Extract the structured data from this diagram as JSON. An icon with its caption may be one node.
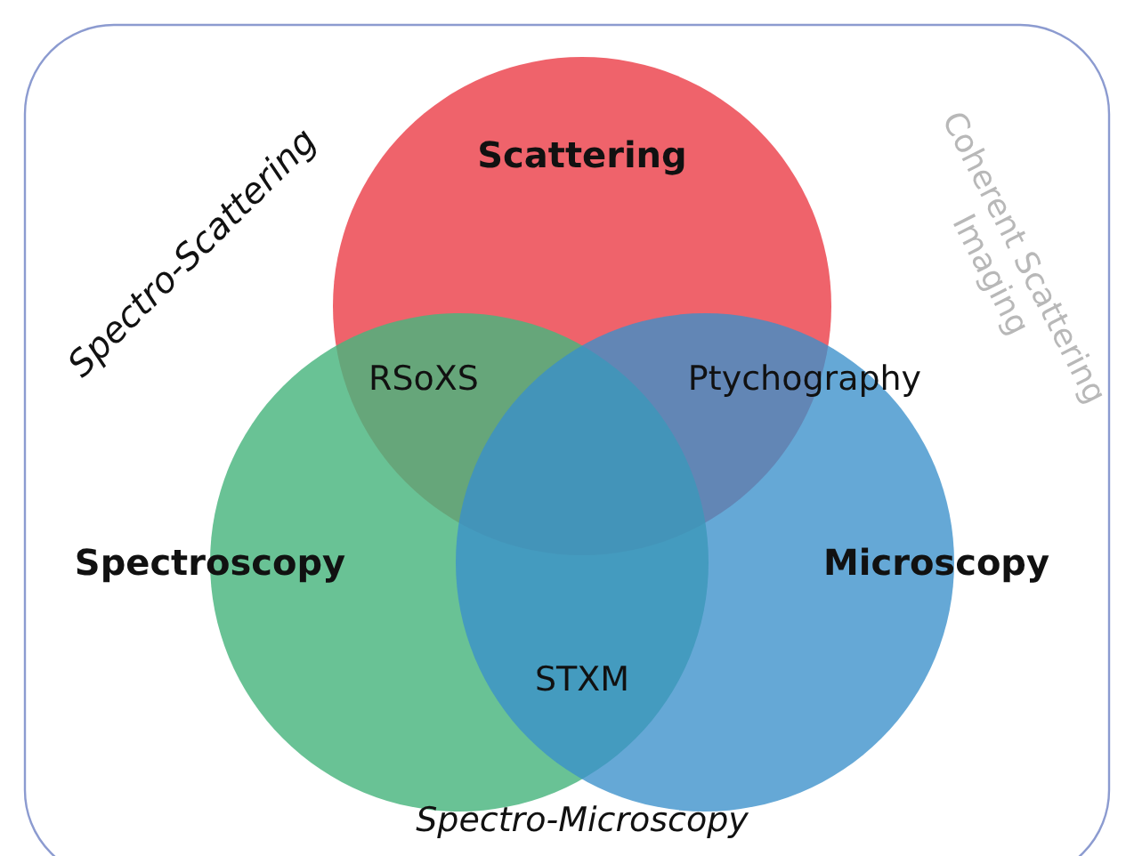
{
  "diagram": {
    "nodes": [
      {
        "text": [
          "Scattering"
        ]
      },
      {
        "text": [
          "Spectroscopy"
        ]
      },
      {
        "text": [
          "Microscopy"
        ]
      }
    ],
    "edges": [],
    "labels": [
      "Spectro-Scattering",
      "Coherent Scattering Imaging",
      "RSoXS",
      "Ptychography",
      "STXM",
      "Spectro-Microscopy"
    ]
  }
}
